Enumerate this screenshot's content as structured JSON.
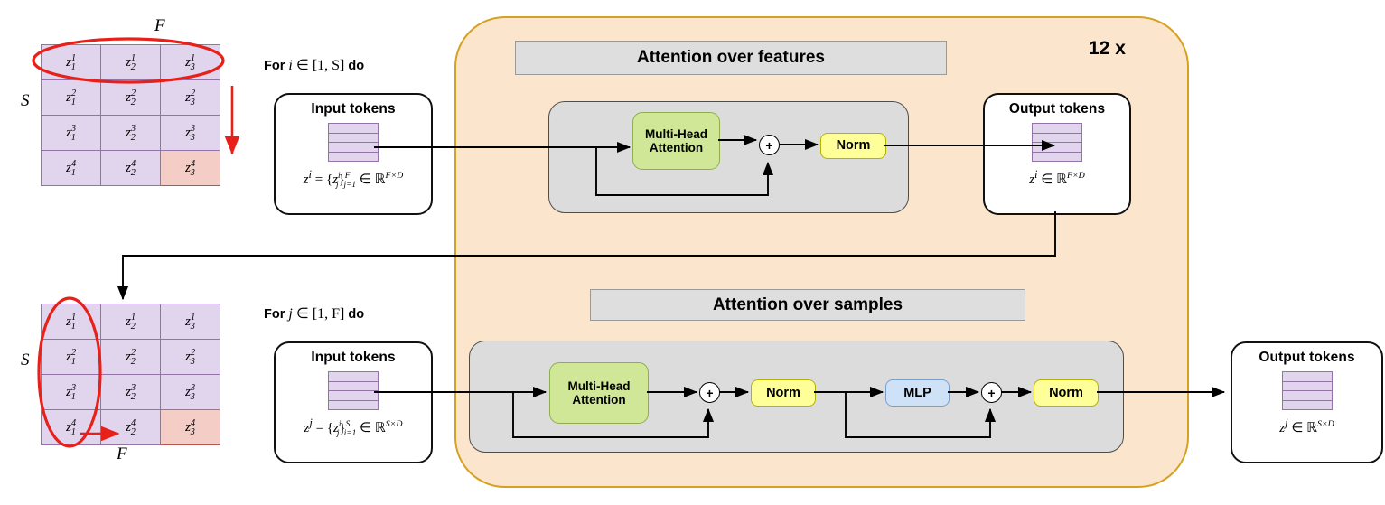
{
  "diagram": {
    "loop": {
      "count_label": "12 x",
      "accent_color": "#d6a122",
      "fill_color": "#fce5cd"
    },
    "sections": [
      {
        "id": "features",
        "title": "Attention over features"
      },
      {
        "id": "samples",
        "title": "Attention over samples"
      }
    ],
    "rows": [
      {
        "id": "row-features",
        "for_prefix": "For",
        "for_var": "i",
        "for_range": "∈ [1, S]",
        "for_suffix": "do",
        "input": {
          "title": "Input tokens",
          "formula_parts": {
            "var": "z",
            "sup": "i",
            "set_var": "z",
            "set_sup": "i",
            "set_sub": "j",
            "upper": "F",
            "lower": "j=1",
            "space": "F×D"
          },
          "stack_rows": 4
        },
        "blocks": [
          {
            "name": "multi-head-attention",
            "label_line1": "Multi-Head",
            "label_line2": "Attention",
            "color": "#cfe796"
          },
          {
            "name": "add-junction",
            "label": "+"
          },
          {
            "name": "norm",
            "label": "Norm",
            "color": "#ffff99"
          }
        ],
        "output": {
          "title": "Output tokens",
          "formula_parts": {
            "var": "z",
            "sup": "i",
            "space": "F×D"
          },
          "stack_rows": 4
        }
      },
      {
        "id": "row-samples",
        "for_prefix": "For",
        "for_var": "j",
        "for_range": "∈ [1, F]",
        "for_suffix": "do",
        "input": {
          "title": "Input tokens",
          "formula_parts": {
            "var": "z",
            "sup": "j",
            "set_var": "z",
            "set_sup": "i",
            "set_sub": "j",
            "upper": "S",
            "lower": "i=1",
            "space": "S×D"
          },
          "stack_rows": 4
        },
        "blocks": [
          {
            "name": "multi-head-attention",
            "label_line1": "Multi-Head",
            "label_line2": "Attention",
            "color": "#cfe796"
          },
          {
            "name": "add-junction",
            "label": "+"
          },
          {
            "name": "norm",
            "label": "Norm",
            "color": "#ffff99"
          },
          {
            "name": "mlp",
            "label": "MLP",
            "color": "#cfe1f7"
          },
          {
            "name": "add-junction-2",
            "label": "+"
          },
          {
            "name": "norm-2",
            "label": "Norm",
            "color": "#ffff99"
          }
        ],
        "output": {
          "title": "Output tokens",
          "formula_parts": {
            "var": "z",
            "sup": "j",
            "space": "S×D"
          },
          "stack_rows": 4
        }
      }
    ],
    "grids": [
      {
        "id": "grid-features",
        "top_label": "F",
        "side_label": "S",
        "highlight_direction": "row",
        "arrow_direction": "down",
        "cells": [
          [
            {
              "v": "z",
              "sub": "1",
              "sup": "1"
            },
            {
              "v": "z",
              "sub": "2",
              "sup": "1"
            },
            {
              "v": "z",
              "sub": "3",
              "sup": "1"
            }
          ],
          [
            {
              "v": "z",
              "sub": "1",
              "sup": "2"
            },
            {
              "v": "z",
              "sub": "2",
              "sup": "2"
            },
            {
              "v": "z",
              "sub": "3",
              "sup": "2"
            }
          ],
          [
            {
              "v": "z",
              "sub": "1",
              "sup": "3"
            },
            {
              "v": "z",
              "sub": "2",
              "sup": "3"
            },
            {
              "v": "z",
              "sub": "3",
              "sup": "3"
            }
          ],
          [
            {
              "v": "z",
              "sub": "1",
              "sup": "4"
            },
            {
              "v": "z",
              "sub": "2",
              "sup": "4"
            },
            {
              "v": "z",
              "sub": "3",
              "sup": "4",
              "highlight": true
            }
          ]
        ]
      },
      {
        "id": "grid-samples",
        "bottom_label": "F",
        "side_label": "S",
        "highlight_direction": "column",
        "arrow_direction": "right",
        "cells": [
          [
            {
              "v": "z",
              "sub": "1",
              "sup": "1"
            },
            {
              "v": "z",
              "sub": "2",
              "sup": "1"
            },
            {
              "v": "z",
              "sub": "3",
              "sup": "1"
            }
          ],
          [
            {
              "v": "z",
              "sub": "1",
              "sup": "2"
            },
            {
              "v": "z",
              "sub": "2",
              "sup": "2"
            },
            {
              "v": "z",
              "sub": "3",
              "sup": "2"
            }
          ],
          [
            {
              "v": "z",
              "sub": "1",
              "sup": "3"
            },
            {
              "v": "z",
              "sub": "2",
              "sup": "3"
            },
            {
              "v": "z",
              "sub": "3",
              "sup": "3"
            }
          ],
          [
            {
              "v": "z",
              "sub": "1",
              "sup": "4"
            },
            {
              "v": "z",
              "sub": "2",
              "sup": "4"
            },
            {
              "v": "z",
              "sub": "3",
              "sup": "4",
              "highlight": true
            }
          ]
        ]
      }
    ],
    "colors": {
      "token_fill": "#e1d5ee",
      "token_border": "#9673a6",
      "highlight_fill": "#f4cdc7",
      "highlight_border": "#b85450",
      "panel_gray": "#dcdcdc",
      "bar_gray": "#dedede",
      "red": "#e8201a"
    }
  }
}
